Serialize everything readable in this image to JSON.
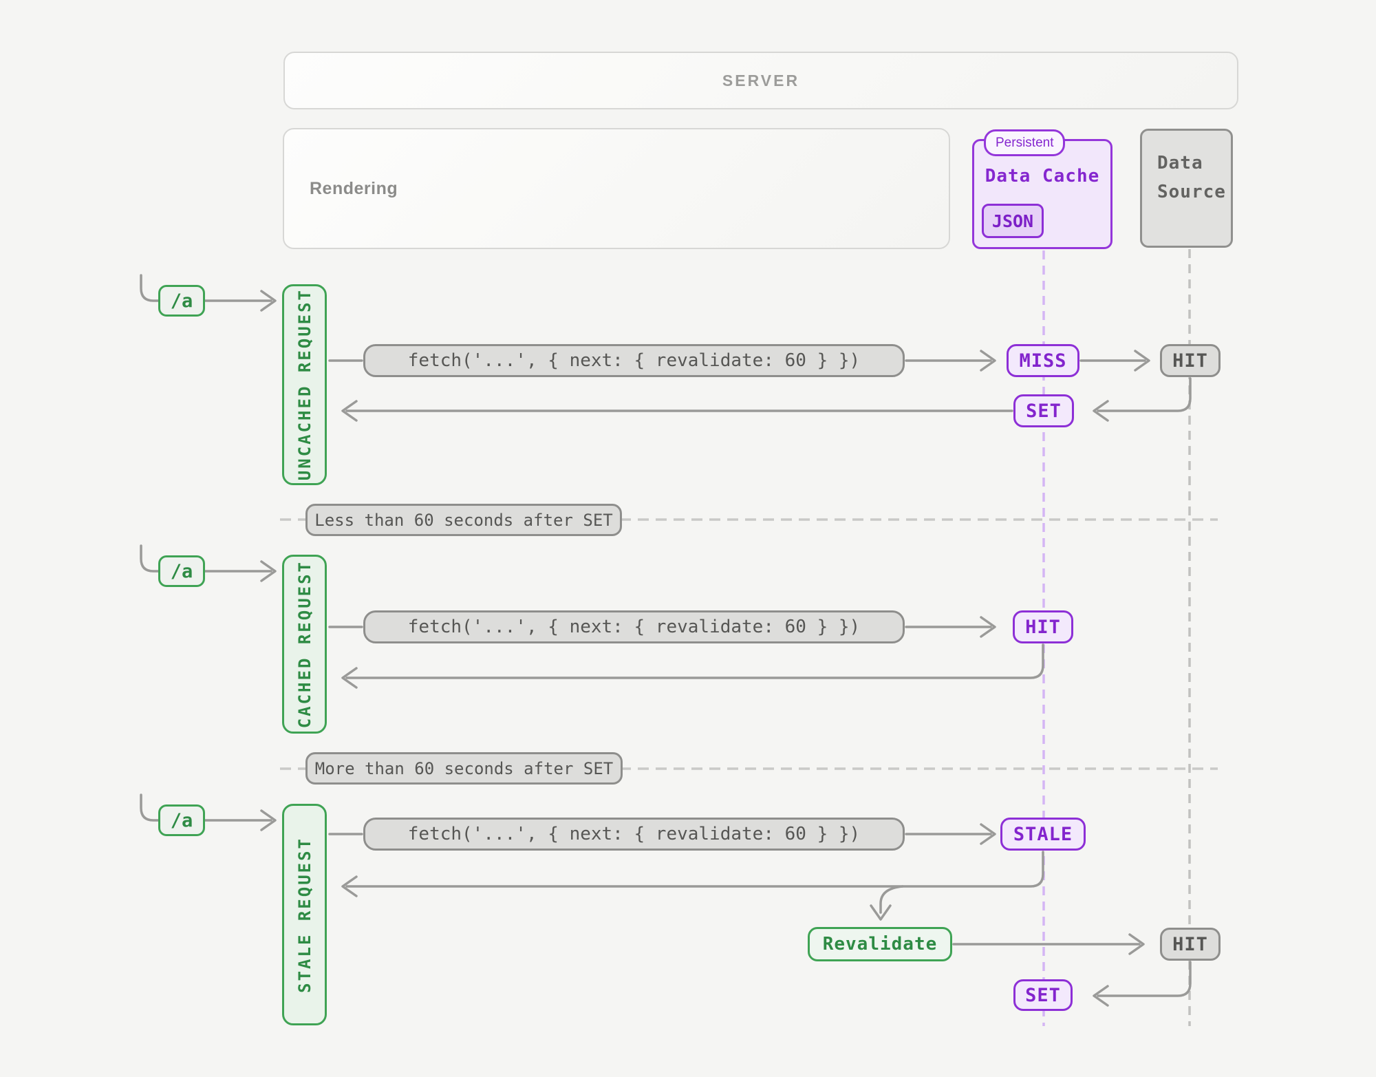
{
  "server": {
    "label": "SERVER"
  },
  "rendering": {
    "label": "Rendering"
  },
  "data_cache": {
    "badge": "Persistent",
    "title": "Data Cache",
    "tag": "JSON"
  },
  "data_source": {
    "line1": "Data",
    "line2": "Source"
  },
  "dividers": [
    {
      "label": "Less than 60 seconds after SET"
    },
    {
      "label": "More than 60 seconds after SET"
    }
  ],
  "flows": [
    {
      "route": "/a",
      "bar_label": "UNCACHED REQUEST",
      "fetch_call": "fetch('...', { next: { revalidate: 60 } })",
      "cache_result": "MISS",
      "source_result": "HIT",
      "cache_write": "SET"
    },
    {
      "route": "/a",
      "bar_label": "CACHED REQUEST",
      "fetch_call": "fetch('...', { next: { revalidate: 60 } })",
      "cache_result": "HIT"
    },
    {
      "route": "/a",
      "bar_label": "STALE REQUEST",
      "fetch_call": "fetch('...', { next: { revalidate: 60 } })",
      "cache_result": "STALE",
      "revalidate_action": "Revalidate",
      "source_result": "HIT",
      "cache_write": "SET"
    }
  ],
  "colors": {
    "purple_border": "#8d2fd6",
    "purple_text": "#8324cd",
    "green_border": "#3fa354",
    "green_text": "#2e8b44",
    "gray_border": "#8e8e8c",
    "arrow": "#9a9a98",
    "lifeline_purple": "#d4b5f4",
    "lifeline_gray": "#c1c1bf"
  }
}
